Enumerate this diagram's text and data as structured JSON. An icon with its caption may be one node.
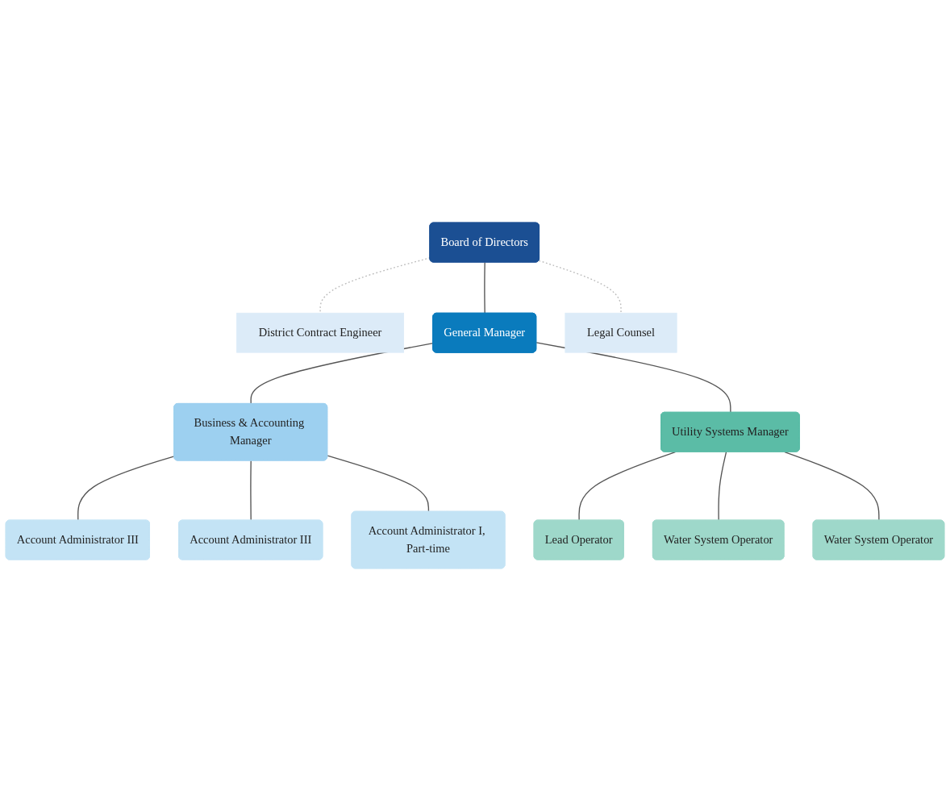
{
  "diagram": {
    "nodes": [
      {
        "text": [
          "Board of Directors"
        ]
      },
      {
        "text": [
          "District Contract Engineer"
        ]
      },
      {
        "text": [
          "General Manager"
        ]
      },
      {
        "text": [
          "Legal Counsel"
        ]
      },
      {
        "text": [
          "Business & Accounting Manager"
        ]
      },
      {
        "text": [
          "Utility Systems Manager"
        ]
      },
      {
        "text": [
          "Account Administrator III"
        ]
      },
      {
        "text": [
          "Account Administrator III"
        ]
      },
      {
        "text": [
          "Account Administrator I, Part-time"
        ]
      },
      {
        "text": [
          "Lead Operator"
        ]
      },
      {
        "text": [
          "Water System Operator"
        ]
      },
      {
        "text": [
          "Water System Operator"
        ]
      }
    ],
    "edges": [
      {
        "from": 0,
        "to": 1,
        "arrow": "none",
        "style": "dashed",
        "color": "#bbbbbb"
      },
      {
        "from": 0,
        "to": 2,
        "arrow": "none"
      },
      {
        "from": 0,
        "to": 3,
        "arrow": "none",
        "style": "dashed",
        "color": "#bbbbbb"
      },
      {
        "from": 2,
        "to": 4,
        "arrow": "none"
      },
      {
        "from": 2,
        "to": 5,
        "arrow": "none"
      },
      {
        "from": 4,
        "to": 6,
        "arrow": "none"
      },
      {
        "from": 4,
        "to": 7,
        "arrow": "none"
      },
      {
        "from": 4,
        "to": 8,
        "arrow": "none"
      },
      {
        "from": 5,
        "to": 9,
        "arrow": "none"
      },
      {
        "from": 5,
        "to": 10,
        "arrow": "none"
      },
      {
        "from": 5,
        "to": 11,
        "arrow": "none"
      }
    ]
  }
}
